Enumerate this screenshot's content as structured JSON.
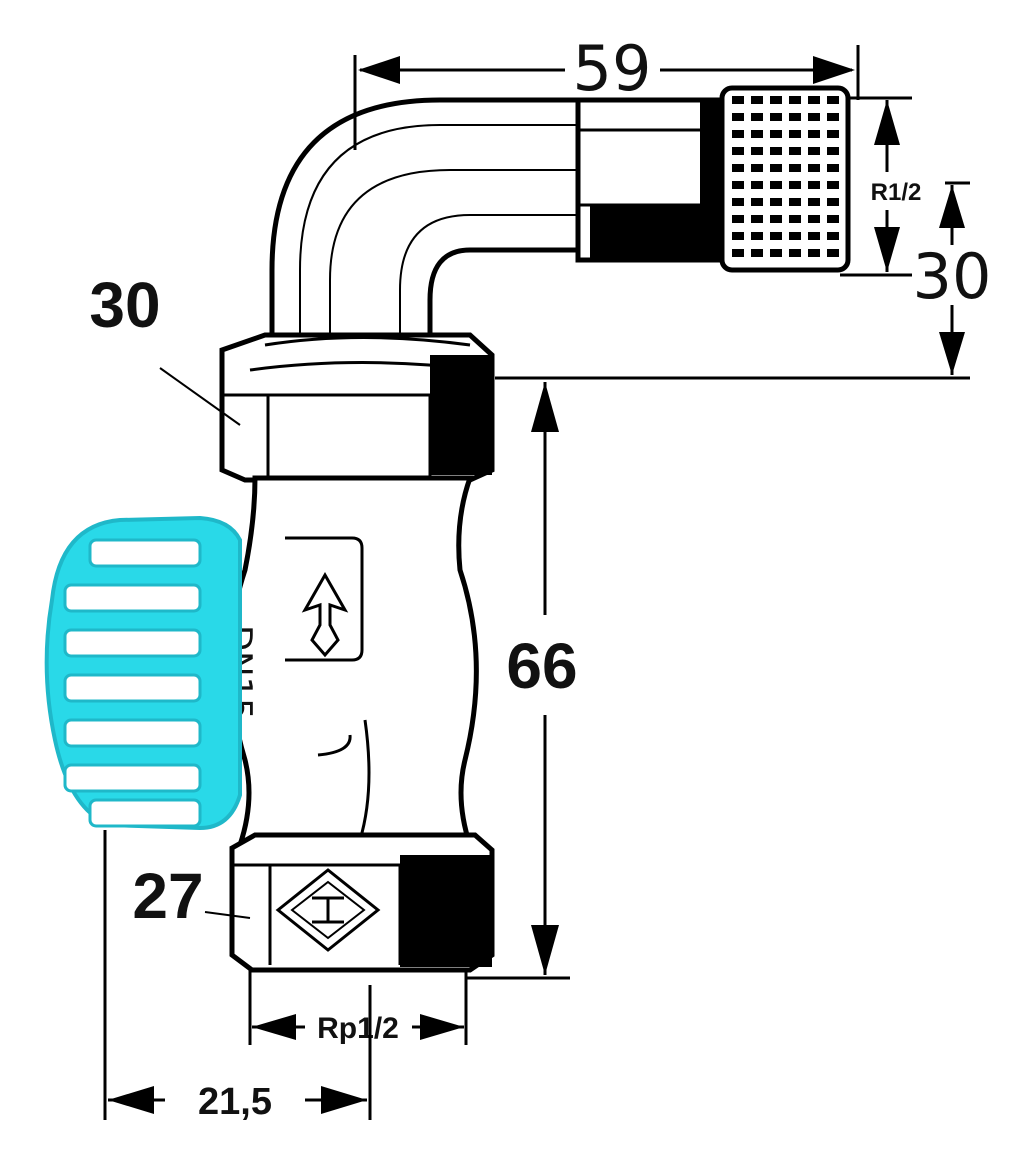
{
  "dimensions": {
    "top_length": "59",
    "top_thread": "R1/2",
    "right_height": "30",
    "nut_width": "30",
    "body_height": "66",
    "lower_nut_width": "27",
    "bottom_thread": "Rp1/2",
    "bottom_offset": "21,5"
  },
  "markings": {
    "nominal_size": "DN15"
  },
  "colors": {
    "cap": "#29d9e8",
    "cap_outline": "#1fb8c9",
    "line": "#000000"
  },
  "icons": {
    "flow_arrow": "flow-direction-arrow",
    "brand_logo": "diamond-logo"
  }
}
